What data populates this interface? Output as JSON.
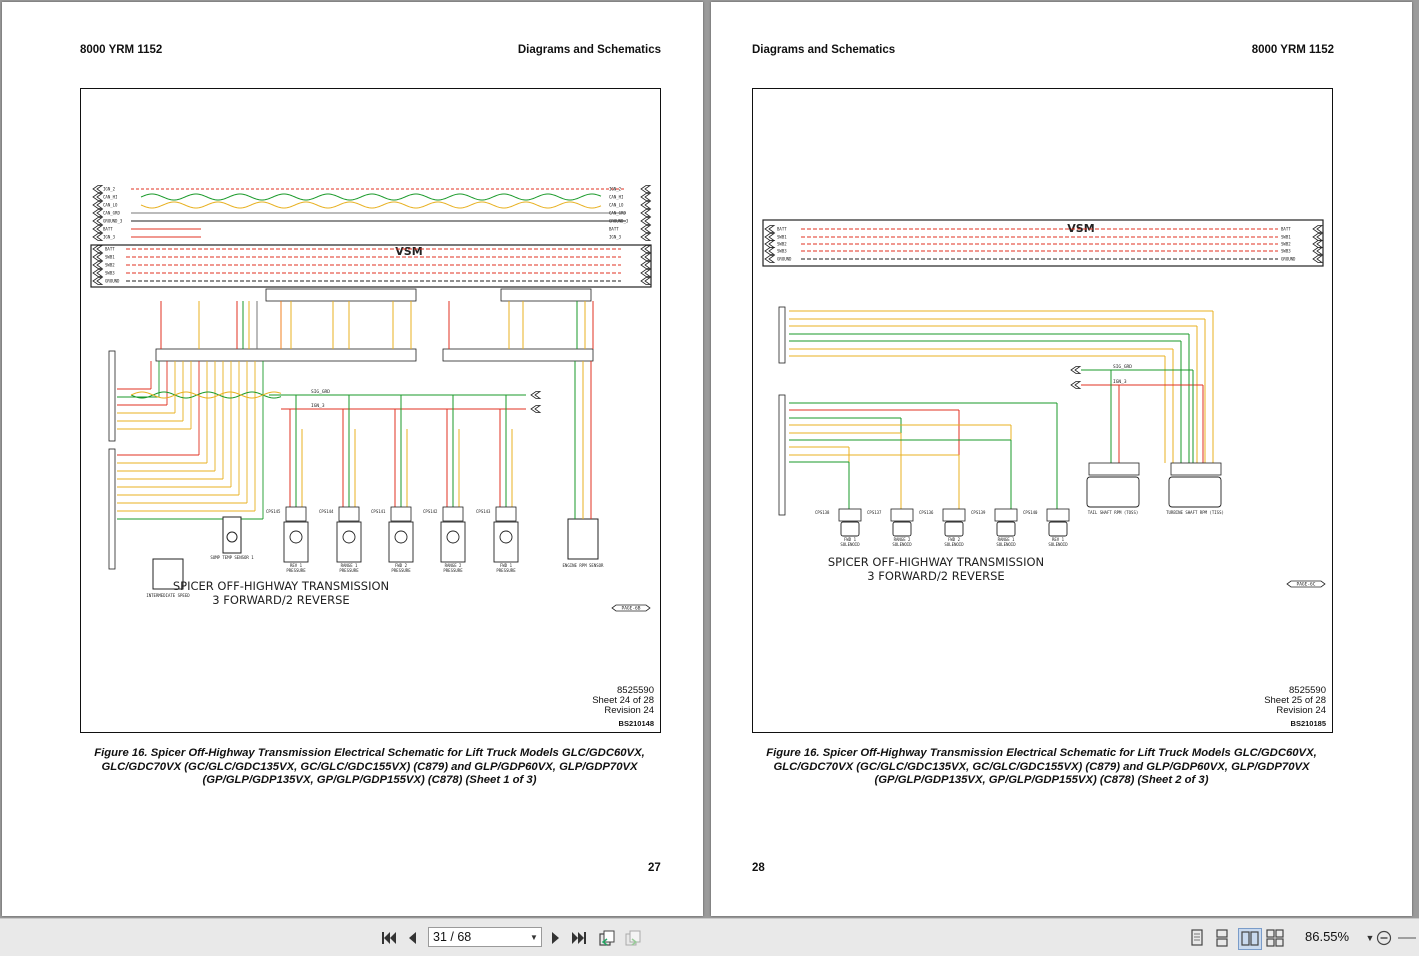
{
  "viewer": {
    "page_indicator": "31 / 68",
    "zoom_level": "86.55%"
  },
  "left_page": {
    "header_left": "8000 YRM 1152",
    "header_right": "Diagrams and Schematics",
    "diagram_title_line1": "SPICER OFF-HIGHWAY TRANSMISSION",
    "diagram_title_line2": "3 FORWARD/2 REVERSE",
    "vsm_label": "VSM",
    "page_ref": "PAGE-6B",
    "drawing_number": "8525590",
    "sheet": "Sheet 24 of 28",
    "revision": "Revision 24",
    "bs_code": "BS210148",
    "caption": "Figure 16. Spicer Off-Highway Transmission Electrical Schematic for Lift Truck Models GLC/GDC60VX, GLC/GDC70VX (GC/GLC/GDC135VX, GC/GLC/GDC155VX) (C879) and GLP/GDP60VX, GLP/GDP70VX (GP/GLP/GDP135VX, GP/GLP/GDP155VX) (C878) (Sheet 1 of 3)",
    "page_number": "27",
    "bus_lines": [
      "IGN_2",
      "CAN_HI",
      "CAN_LO",
      "CAN_GRD",
      "GROUND_3",
      "BATT",
      "IGN_3"
    ],
    "vsm_lines": [
      "BATT",
      "SWB1",
      "SWB2",
      "SWB3",
      "GROUND"
    ],
    "sensors": [
      {
        "label": "REV 1 PRESSURE",
        "conn": "CPS145"
      },
      {
        "label": "RANGE 1 PRESSURE",
        "conn": "CPS144"
      },
      {
        "label": "FWD 2 PRESSURE",
        "conn": "CPS141"
      },
      {
        "label": "RANGE 2 PRESSURE",
        "conn": "CPS142"
      },
      {
        "label": "FWD 1 PRESSURE",
        "conn": "CPS143"
      }
    ],
    "other_components": [
      "SUMP TEMP SENSOR 1",
      "INTERMEDIATE SPEED",
      "ENGINE RPM SENSOR"
    ]
  },
  "right_page": {
    "header_left": "Diagrams and Schematics",
    "header_right": "8000 YRM 1152",
    "diagram_title_line1": "SPICER OFF-HIGHWAY TRANSMISSION",
    "diagram_title_line2": "3 FORWARD/2 REVERSE",
    "vsm_label": "VSM",
    "page_ref": "PAGE-6C",
    "drawing_number": "8525590",
    "sheet": "Sheet 25 of 28",
    "revision": "Revision 24",
    "bs_code": "BS210185",
    "caption": "Figure 16. Spicer Off-Highway Transmission Electrical Schematic for Lift Truck Models GLC/GDC60VX, GLC/GDC70VX (GC/GLC/GDC135VX, GC/GLC/GDC155VX) (C879) and GLP/GDP60VX, GLP/GDP70VX (GP/GLP/GDP135VX, GP/GLP/GDP155VX) (C878) (Sheet 2 of 3)",
    "page_number": "28",
    "vsm_lines": [
      "BATT",
      "SWB1",
      "SWB2",
      "SWB3",
      "GROUND"
    ],
    "solenoids": [
      {
        "label": "FWD 1 SOLENOID",
        "conn": "CPS138"
      },
      {
        "label": "RANGE 2 SOLENOID",
        "conn": "CPS137"
      },
      {
        "label": "FWD 2 SOLENOID",
        "conn": "CPS136"
      },
      {
        "label": "RANGE 1 SOLENOID",
        "conn": "CPS139"
      },
      {
        "label": "REV 1 SOLENOID",
        "conn": "CPS140"
      }
    ],
    "rpm_sensors": [
      "TAIL SHAFT RPM (TOSS)",
      "TURBINE SHAFT RPM (TISS)"
    ],
    "bus_lines": [
      "SIG_GRD",
      "IGN_3"
    ]
  }
}
